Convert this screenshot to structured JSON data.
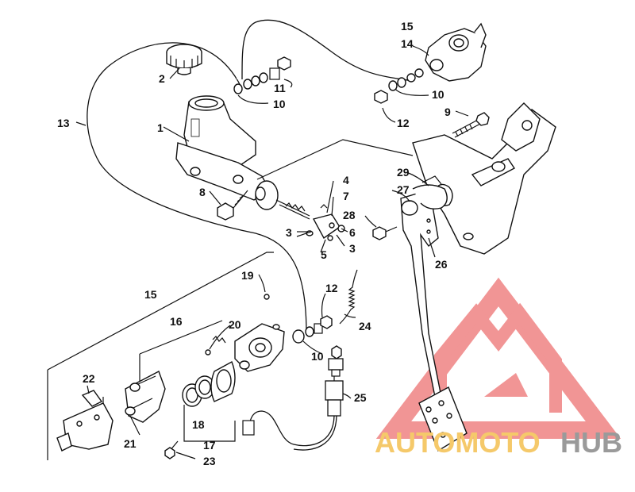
{
  "callouts": [
    {
      "id": "1",
      "text": "1"
    },
    {
      "id": "2",
      "text": "2"
    },
    {
      "id": "3a",
      "text": "3"
    },
    {
      "id": "3b",
      "text": "3"
    },
    {
      "id": "4",
      "text": "4"
    },
    {
      "id": "5",
      "text": "5"
    },
    {
      "id": "6",
      "text": "6"
    },
    {
      "id": "7",
      "text": "7"
    },
    {
      "id": "8",
      "text": "8"
    },
    {
      "id": "9",
      "text": "9"
    },
    {
      "id": "10a",
      "text": "10"
    },
    {
      "id": "10b",
      "text": "10"
    },
    {
      "id": "10c",
      "text": "10"
    },
    {
      "id": "11",
      "text": "11"
    },
    {
      "id": "12a",
      "text": "12"
    },
    {
      "id": "12b",
      "text": "12"
    },
    {
      "id": "13",
      "text": "13"
    },
    {
      "id": "14",
      "text": "14"
    },
    {
      "id": "15a",
      "text": "15"
    },
    {
      "id": "15b",
      "text": "15"
    },
    {
      "id": "16",
      "text": "16"
    },
    {
      "id": "17",
      "text": "17"
    },
    {
      "id": "18",
      "text": "18"
    },
    {
      "id": "19",
      "text": "19"
    },
    {
      "id": "20",
      "text": "20"
    },
    {
      "id": "21",
      "text": "21"
    },
    {
      "id": "22",
      "text": "22"
    },
    {
      "id": "23",
      "text": "23"
    },
    {
      "id": "24",
      "text": "24"
    },
    {
      "id": "25",
      "text": "25"
    },
    {
      "id": "26",
      "text": "26"
    },
    {
      "id": "27",
      "text": "27"
    },
    {
      "id": "28",
      "text": "28"
    },
    {
      "id": "29",
      "text": "29"
    }
  ],
  "watermark": {
    "word_left": "AUTOMOTO",
    "word_right": "HUB",
    "color_left": "#f5c96a",
    "color_right": "#9a9a9a",
    "logo_color": "#f08a8a"
  }
}
